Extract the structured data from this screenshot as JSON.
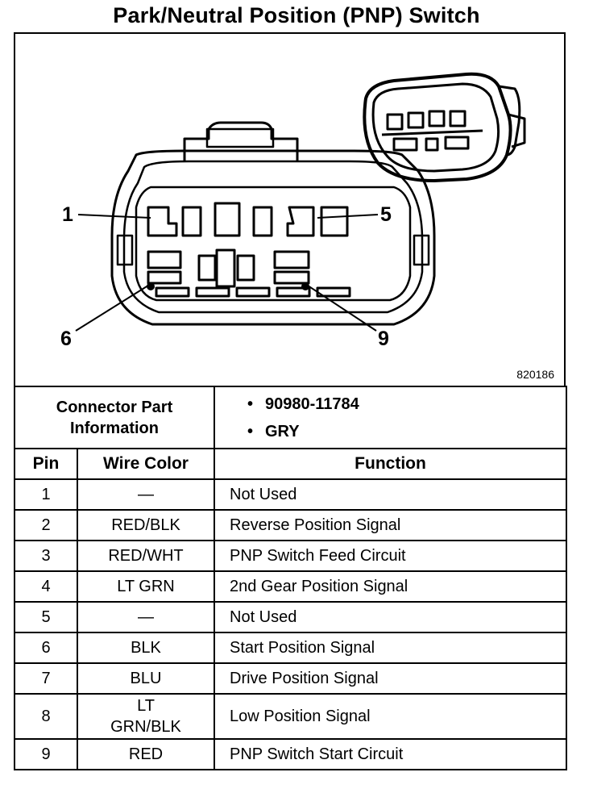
{
  "title": "Park/Neutral Position (PNP) Switch",
  "diagram": {
    "figure_number": "820186",
    "pin_callouts": [
      "1",
      "5",
      "6",
      "9"
    ]
  },
  "connector_info": {
    "label_line1": "Connector Part",
    "label_line2": "Information",
    "values": [
      "90980-11784",
      "GRY"
    ],
    "bullet": "•"
  },
  "table": {
    "headers": {
      "pin": "Pin",
      "wire": "Wire Color",
      "function": "Function"
    },
    "rows": [
      {
        "pin": "1",
        "wire": "—",
        "function": "Not Used"
      },
      {
        "pin": "2",
        "wire": "RED/BLK",
        "function": "Reverse Position Signal"
      },
      {
        "pin": "3",
        "wire": "RED/WHT",
        "function": "PNP Switch Feed Circuit"
      },
      {
        "pin": "4",
        "wire": "LT GRN",
        "function": "2nd Gear Position Signal"
      },
      {
        "pin": "5",
        "wire": "—",
        "function": "Not Used"
      },
      {
        "pin": "6",
        "wire": "BLK",
        "function": "Start Position Signal"
      },
      {
        "pin": "7",
        "wire": "BLU",
        "function": "Drive Position Signal"
      },
      {
        "pin": "8",
        "wire": "LT GRN/BLK",
        "wire_line1": "LT",
        "wire_line2": "GRN/BLK",
        "function": "Low Position Signal"
      },
      {
        "pin": "9",
        "wire": "RED",
        "function": "PNP Switch Start Circuit"
      }
    ]
  }
}
